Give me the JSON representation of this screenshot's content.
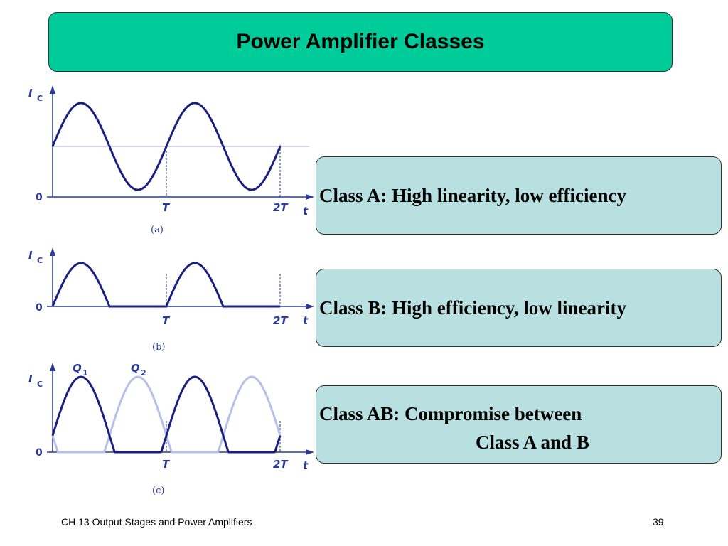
{
  "slide": {
    "title": "Power Amplifier Classes",
    "footer_left": "CH 13 Output Stages and Power Amplifiers",
    "page_number": "39"
  },
  "boxes": {
    "class_a": "Class A:  High linearity, low efficiency",
    "class_b": "Class B:  High efficiency, low linearity",
    "class_ab_line1": "Class AB:  Compromise between",
    "class_ab_line2": "Class A and B"
  },
  "diagrams": {
    "y_axis_label": "I",
    "y_axis_sub": "C",
    "zero_label": "0",
    "x_axis_label": "t",
    "tick_T": "T",
    "tick_2T": "2T",
    "q1_label": "Q",
    "q1_sub": "1",
    "q2_label": "Q",
    "q2_sub": "2",
    "panels": [
      {
        "id": "a",
        "caption": "(a)",
        "waveform": "full sinusoid"
      },
      {
        "id": "b",
        "caption": "(b)",
        "waveform": "half-wave (conducts half cycle)"
      },
      {
        "id": "c",
        "caption": "(c)",
        "waveform": "slightly more than half cycle per device"
      }
    ]
  },
  "colors": {
    "title_bar": "#00cc99",
    "class_box": "#b8e0e0",
    "waveform": "#1a2080",
    "waveform_ghost": "#b8c0ea",
    "axis": "#2a3a9a"
  }
}
